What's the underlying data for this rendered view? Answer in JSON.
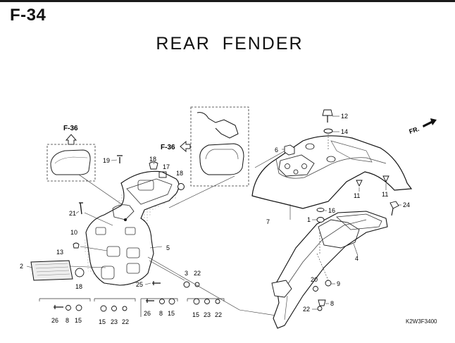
{
  "page_code": "F-34",
  "title": "REAR  FENDER",
  "figure_code": "K2W3F3400",
  "section_refs": {
    "f36_top": "F-36",
    "f36_side": "F-36",
    "front": "FR."
  },
  "callouts": {
    "c1": "1",
    "c2": "2",
    "c3": "3",
    "c4": "4",
    "c5": "5",
    "c6": "6",
    "c7": "7",
    "c8": "8",
    "c9": "9",
    "c10": "10",
    "c11a": "11",
    "c11b": "11",
    "c12": "12",
    "c13": "13",
    "c14": "14",
    "c16": "16",
    "c17": "17",
    "c18a": "18",
    "c18b": "18",
    "c18c": "18",
    "c19": "19",
    "c20": "20",
    "c21": "21",
    "c22a": "22",
    "c22b": "22",
    "c24": "24",
    "c25": "25"
  },
  "kit_left_a": [
    "26",
    "8",
    "15"
  ],
  "kit_left_b": [
    "15",
    "23",
    "22"
  ],
  "kit_right_a": [
    "26",
    "8",
    "15"
  ],
  "kit_right_b": [
    "15",
    "23",
    "22"
  ]
}
